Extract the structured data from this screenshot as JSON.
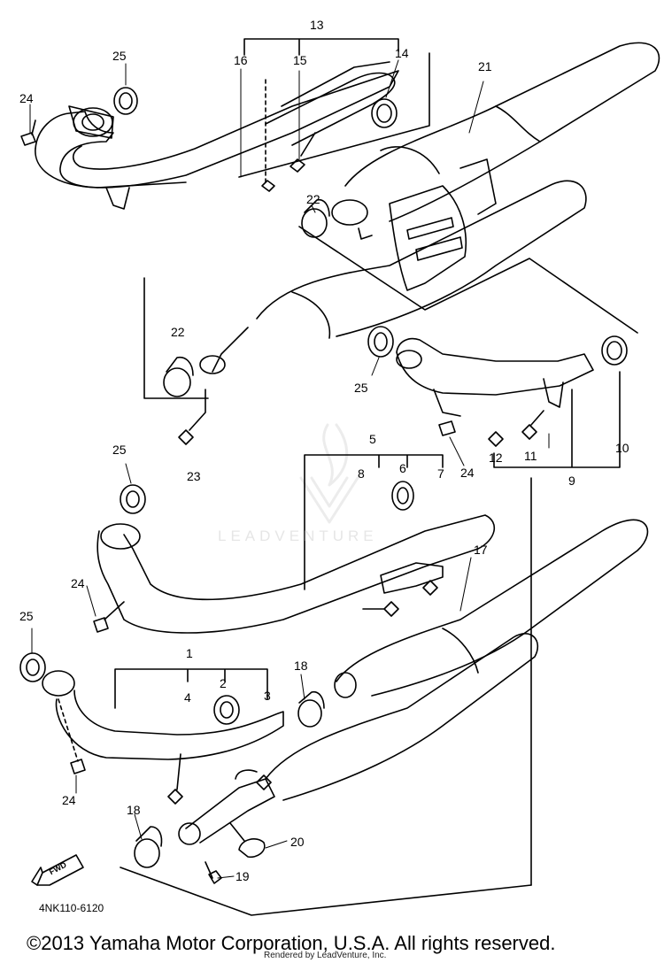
{
  "diagram": {
    "code": "4NK110-6120",
    "fwd_label": "FWD",
    "watermark": "LEADVENTURE",
    "copyright": "©2013 Yamaha Motor Corporation, U.S.A. All rights reserved.",
    "rendered_by": "Rendered by LeadVenture, Inc."
  },
  "callouts": [
    {
      "id": "c13a",
      "label": "13"
    },
    {
      "id": "c16",
      "label": "16"
    },
    {
      "id": "c15",
      "label": "15"
    },
    {
      "id": "c14",
      "label": "14"
    },
    {
      "id": "c25a",
      "label": "25"
    },
    {
      "id": "c24a",
      "label": "24"
    },
    {
      "id": "c21",
      "label": "21"
    },
    {
      "id": "c22a",
      "label": "22"
    },
    {
      "id": "c22b",
      "label": "22"
    },
    {
      "id": "c25b",
      "label": "25"
    },
    {
      "id": "c23",
      "label": "23"
    },
    {
      "id": "c24b",
      "label": "24"
    },
    {
      "id": "c12",
      "label": "12"
    },
    {
      "id": "c11",
      "label": "11"
    },
    {
      "id": "c10",
      "label": "10"
    },
    {
      "id": "c9",
      "label": "9"
    },
    {
      "id": "c5",
      "label": "5"
    },
    {
      "id": "c8",
      "label": "8"
    },
    {
      "id": "c6",
      "label": "6"
    },
    {
      "id": "c7",
      "label": "7"
    },
    {
      "id": "c25c",
      "label": "25"
    },
    {
      "id": "c17",
      "label": "17"
    },
    {
      "id": "c24c",
      "label": "24"
    },
    {
      "id": "c25d",
      "label": "25"
    },
    {
      "id": "c1",
      "label": "1"
    },
    {
      "id": "c2",
      "label": "2"
    },
    {
      "id": "c4",
      "label": "4"
    },
    {
      "id": "c3",
      "label": "3"
    },
    {
      "id": "c18a",
      "label": "18"
    },
    {
      "id": "c24d",
      "label": "24"
    },
    {
      "id": "c18b",
      "label": "18"
    },
    {
      "id": "c20",
      "label": "20"
    },
    {
      "id": "c19",
      "label": "19"
    }
  ]
}
